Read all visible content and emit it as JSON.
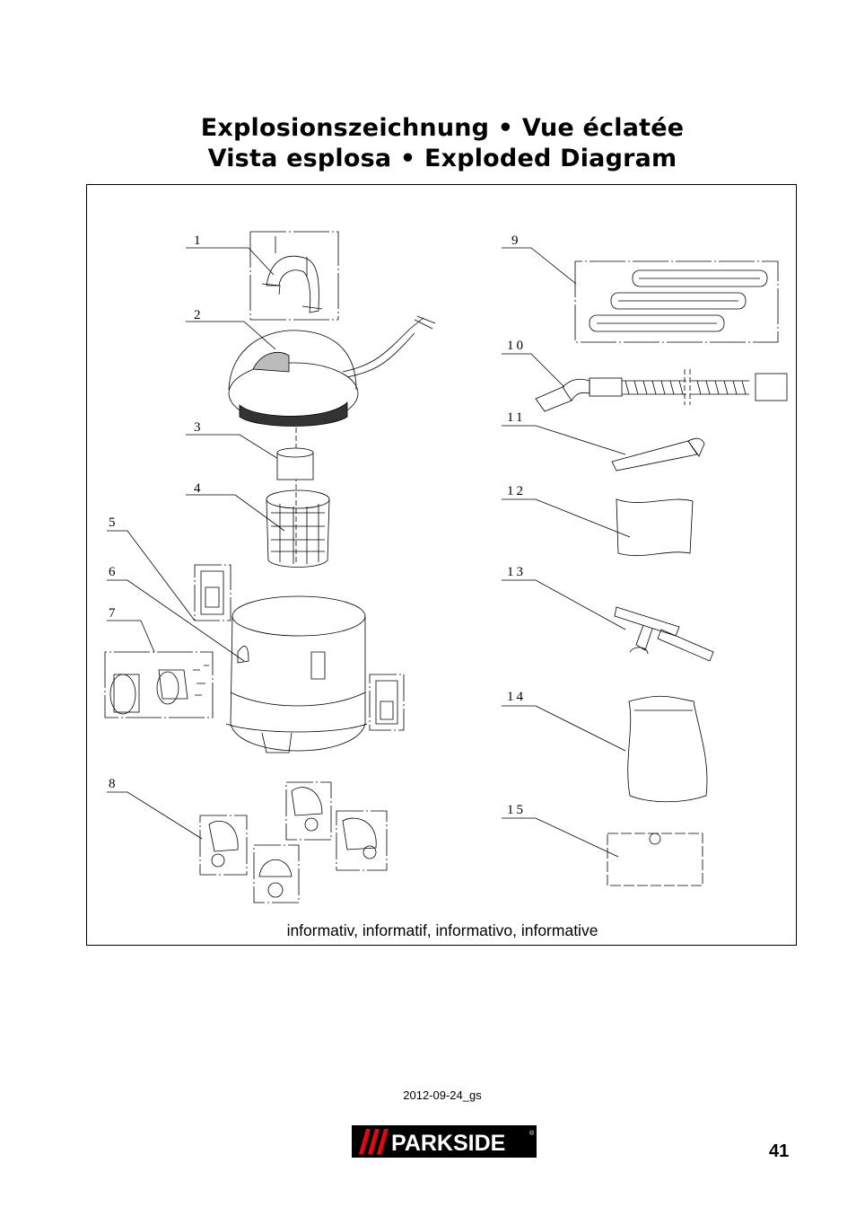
{
  "heading": {
    "line1": "Explosionszeichnung • Vue éclatée",
    "line2": "Vista esplosa • Exploded Diagram"
  },
  "diagram": {
    "part_numbers": [
      "1",
      "2",
      "3",
      "4",
      "5",
      "6",
      "7",
      "8",
      "9",
      "10",
      "11",
      "12",
      "13",
      "14",
      "15"
    ],
    "caption": "informativ, informatif, informativo, informative"
  },
  "footer": {
    "date_code": "2012-09-24_gs",
    "brand": "PARKSIDE",
    "registered_mark": "®",
    "page_number": "41"
  }
}
